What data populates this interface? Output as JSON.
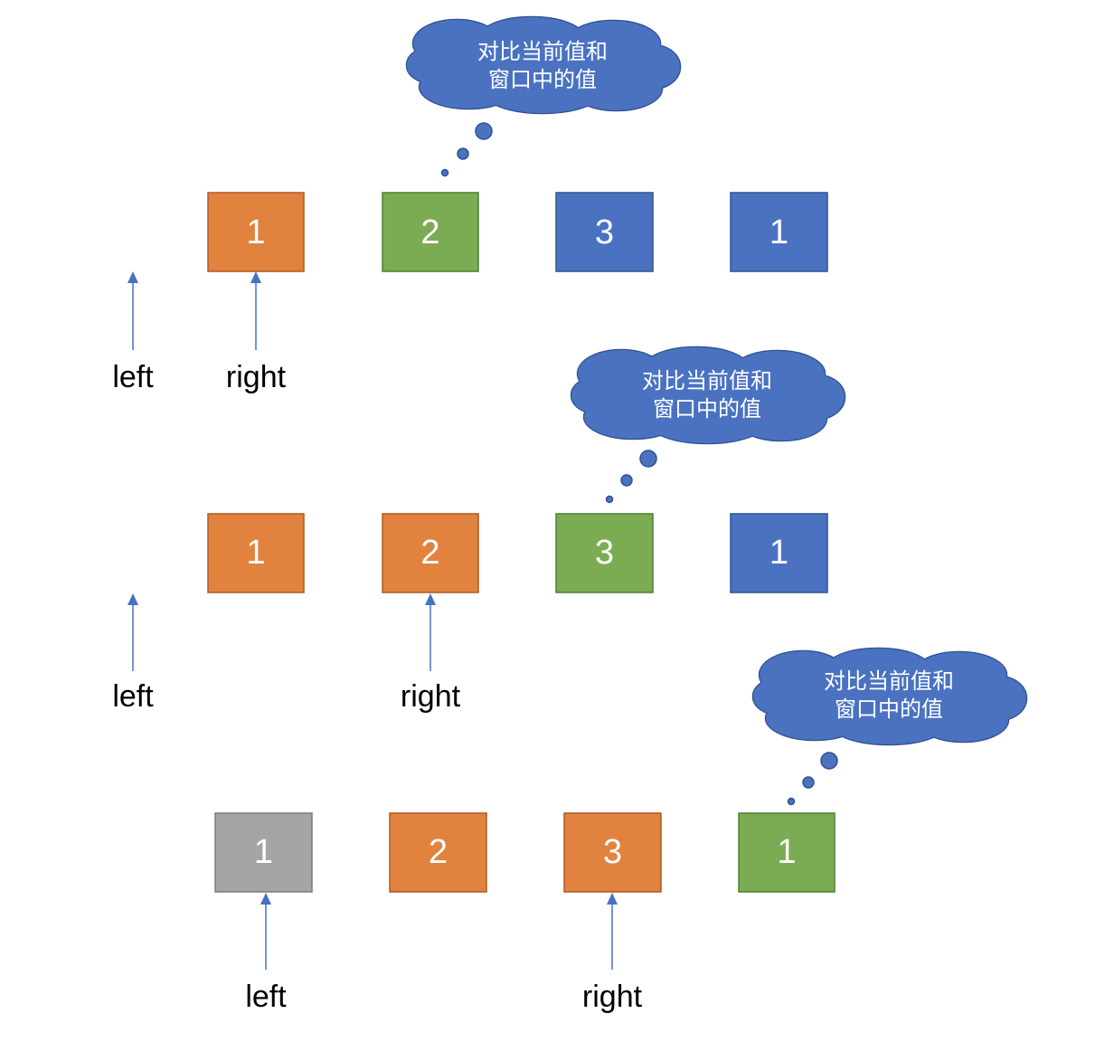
{
  "palette": {
    "orange": {
      "fill": "#E1823F",
      "stroke": "#AE5A21"
    },
    "green": {
      "fill": "#7BAC54",
      "stroke": "#507E32"
    },
    "blue": {
      "fill": "#4A72C1",
      "stroke": "#2F528F"
    },
    "gray": {
      "fill": "#A5A5A5",
      "stroke": "#7B7B7B"
    },
    "cloud": {
      "fill": "#4A72C1",
      "stroke": "#2F528F"
    },
    "arrow": {
      "fill": "#4472C4",
      "stroke": "#4472C4"
    }
  },
  "steps": [
    {
      "thought": [
        "对比当前值和",
        "窗口中的值"
      ],
      "cells": [
        {
          "value": "1",
          "color": "orange"
        },
        {
          "value": "2",
          "color": "green"
        },
        {
          "value": "3",
          "color": "blue"
        },
        {
          "value": "1",
          "color": "blue"
        }
      ],
      "left_label": "left",
      "right_label": "right"
    },
    {
      "thought": [
        "对比当前值和",
        "窗口中的值"
      ],
      "cells": [
        {
          "value": "1",
          "color": "orange"
        },
        {
          "value": "2",
          "color": "orange"
        },
        {
          "value": "3",
          "color": "green"
        },
        {
          "value": "1",
          "color": "blue"
        }
      ],
      "left_label": "left",
      "right_label": "right"
    },
    {
      "thought": [
        "对比当前值和",
        "窗口中的值"
      ],
      "cells": [
        {
          "value": "1",
          "color": "gray"
        },
        {
          "value": "2",
          "color": "orange"
        },
        {
          "value": "3",
          "color": "orange"
        },
        {
          "value": "1",
          "color": "green"
        }
      ],
      "left_label": "left",
      "right_label": "right"
    }
  ]
}
